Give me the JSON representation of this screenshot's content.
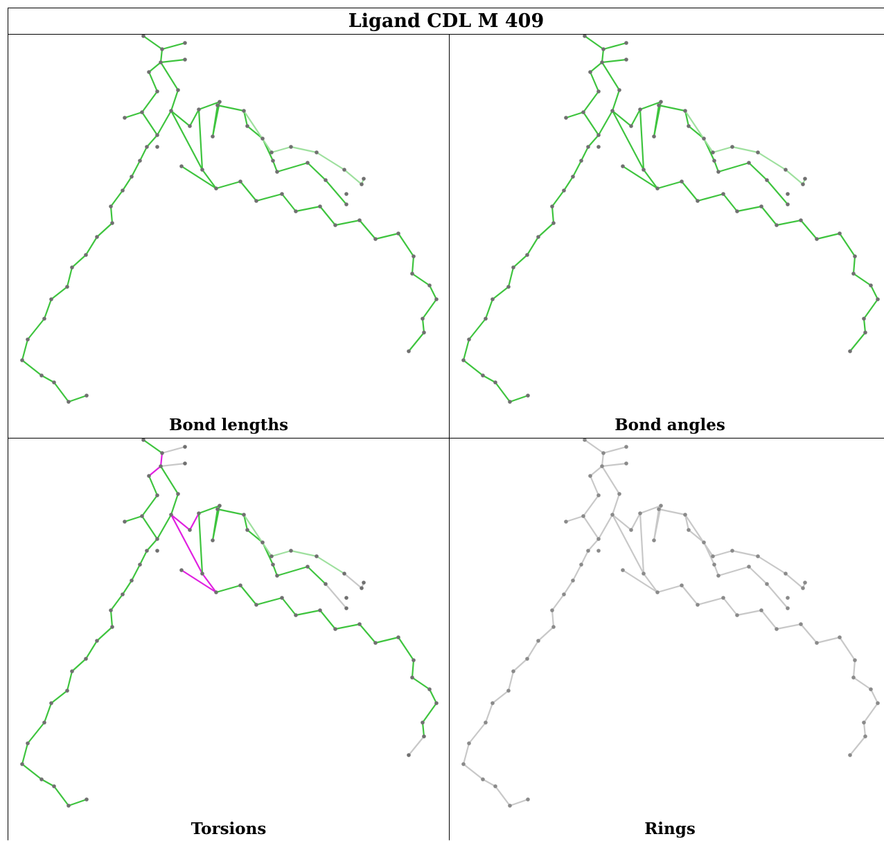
{
  "title": "Ligand CDL M 409",
  "panels": [
    {
      "caption": "Bond lengths",
      "style": "green",
      "highlight": []
    },
    {
      "caption": "Bond angles",
      "style": "green",
      "highlight": []
    },
    {
      "caption": "Torsions",
      "style": "torsion",
      "highlight": [
        2,
        4,
        11,
        12,
        32,
        34,
        35
      ]
    },
    {
      "caption": "Rings",
      "style": "gray",
      "highlight": []
    }
  ],
  "colors": {
    "bond_green": "#3ec43e",
    "bond_magenta": "#e020e0",
    "bond_gray": "#c8c8c8",
    "atom": "#707070",
    "faded_green": "#9ee09e"
  }
}
